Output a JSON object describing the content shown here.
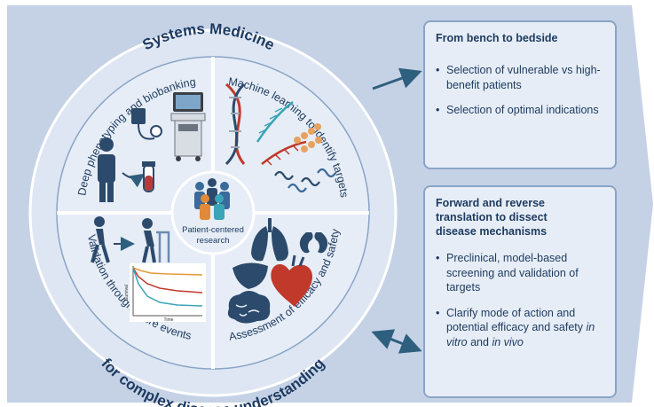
{
  "circle": {
    "top_arc_title": "Systems Medicine",
    "bottom_arc_title": "for complex disease understanding",
    "center_label_line1": "Patient-centered",
    "center_label_line2": "research",
    "quadrants": {
      "top_left": "Deep phenotyping and biobanking",
      "top_right": "Machine learning to identify targets",
      "bottom_left": "Validation through future events",
      "bottom_right": "Assessment of efficacy and safety"
    },
    "survival_chart": {
      "ylabel": "Survival",
      "xlabel": "Time"
    }
  },
  "panel_top": {
    "title": "From bench to bedside",
    "items": [
      "Selection of vulnerable vs high-benefit patients",
      "Selection of optimal indications"
    ]
  },
  "panel_bottom": {
    "title": "Forward and reverse translation to dissect disease mechanisms",
    "item1": "Preclinical, model-based screening and validation of targets",
    "item2_prefix": "Clarify mode of action and potential efficacy and safety ",
    "item2_italic1": "in vitro",
    "item2_mid": " and ",
    "item2_italic2": "in vivo"
  },
  "colors": {
    "background": "#c5d2e6",
    "ring": "#dde6f2",
    "navy": "#1d3a5f",
    "teal_arrow": "#2f5f7f"
  }
}
